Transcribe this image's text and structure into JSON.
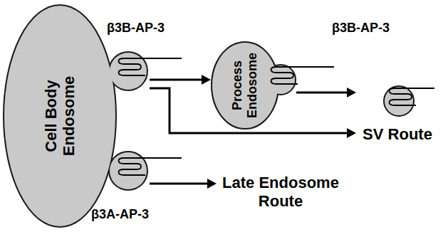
{
  "diagram": {
    "nodes": [
      {
        "text": [
          "Cell Body Endosome"
        ]
      },
      {
        "text": [
          "Process Endosome"
        ]
      },
      {
        "text": [
          "SV Route"
        ]
      },
      {
        "text": [
          "Late Endosome Route"
        ]
      }
    ],
    "edges": [
      {
        "from": 0,
        "to": 1,
        "arrow": "to",
        "label": "β3B-AP-3"
      },
      {
        "from": 1,
        "to": 2,
        "arrow": "to",
        "label": "β3B-AP-3"
      },
      {
        "from": 0,
        "to": 2,
        "arrow": "to"
      },
      {
        "from": 0,
        "to": 3,
        "arrow": "to",
        "label": "β3A-AP-3"
      }
    ]
  }
}
